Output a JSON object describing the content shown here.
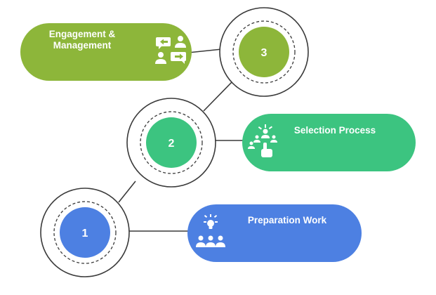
{
  "colors": {
    "stage1": "#4d80e2",
    "stage2": "#3cc480",
    "stage3": "#8db63a",
    "line": "#3a3a3a",
    "text": "#ffffff"
  },
  "stages": [
    {
      "number": "1",
      "title": "Preparation Work",
      "icon": "idea-team-icon"
    },
    {
      "number": "2",
      "title": "Selection Process",
      "icon": "candidate-selection-icon"
    },
    {
      "number": "3",
      "title": "Engagement &\nManagement",
      "icon": "conversation-icon"
    }
  ]
}
